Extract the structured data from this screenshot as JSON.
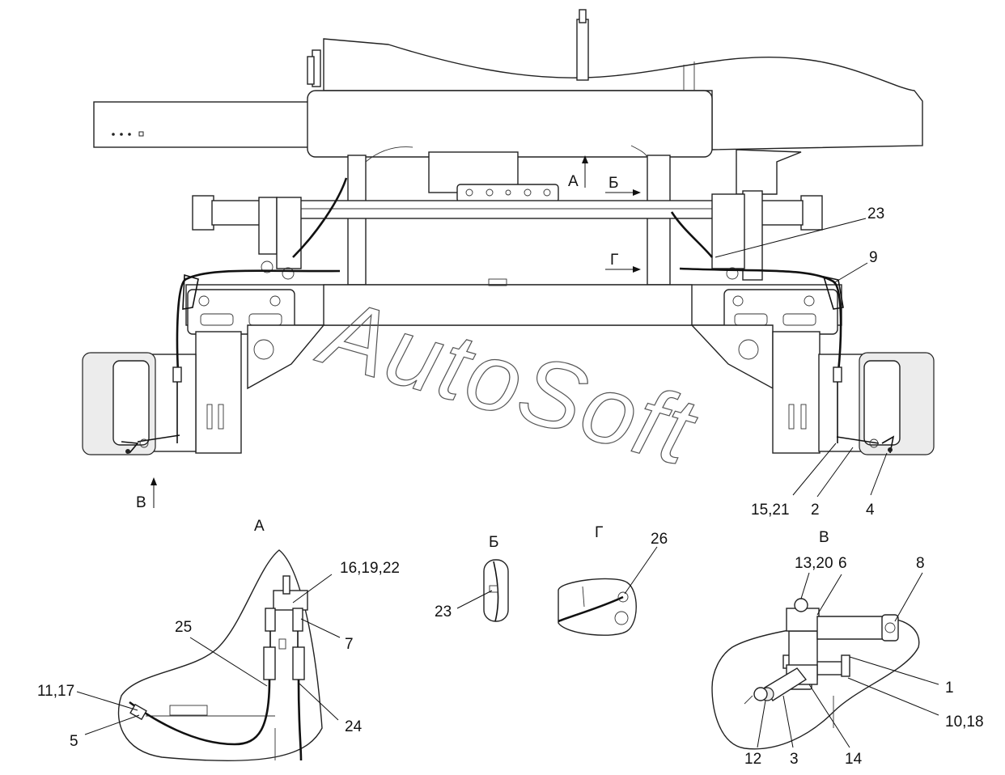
{
  "watermark": "AutoSoft",
  "view_markers": {
    "a": "А",
    "b": "Б",
    "v": "В",
    "g": "Г"
  },
  "detail_titles": {
    "a": "А",
    "b": "Б",
    "g": "Г",
    "v": "В"
  },
  "callouts": {
    "main": [
      "23",
      "9",
      "15,21",
      "2",
      "4"
    ],
    "detail_a": [
      "16,19,22",
      "25",
      "7",
      "11,17",
      "5",
      "24"
    ],
    "detail_b": [
      "23"
    ],
    "detail_g": [
      "26"
    ],
    "detail_v": [
      "13,20",
      "6",
      "8",
      "1",
      "10,18",
      "12",
      "3",
      "14"
    ]
  }
}
